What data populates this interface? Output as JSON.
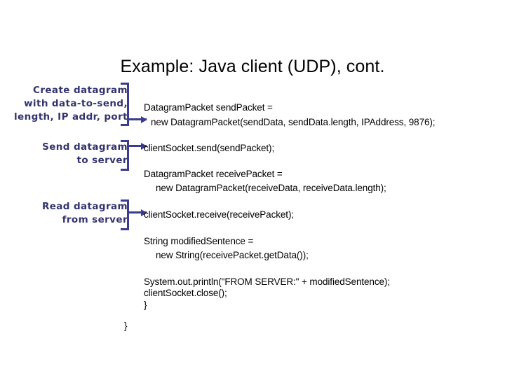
{
  "slide": {
    "title": "Example: Java client (UDP), cont.",
    "accent_color": "#3b3b8f",
    "label_color": "#33336e",
    "code_color": "#000000",
    "background": "#ffffff"
  },
  "annotations": [
    {
      "name": "create-datagram",
      "lines": [
        "Create datagram",
        "with data-to-send,",
        "length, IP addr, port"
      ]
    },
    {
      "name": "send-datagram",
      "lines": [
        "Send datagram",
        "to server"
      ]
    },
    {
      "name": "read-datagram",
      "lines": [
        "Read datagram",
        "from server"
      ]
    }
  ],
  "code": {
    "lines": [
      "DatagramPacket sendPacket =",
      "new DatagramPacket(sendData, sendData.length, IPAddress, 9876);",
      "clientSocket.send(sendPacket);",
      "DatagramPacket receivePacket =",
      "new DatagramPacket(receiveData, receiveData.length);",
      "clientSocket.receive(receivePacket);",
      "String modifiedSentence =",
      "new String(receivePacket.getData());",
      "System.out.println(\"FROM SERVER:\" + modifiedSentence);",
      "clientSocket.close();",
      "}",
      "}"
    ]
  }
}
